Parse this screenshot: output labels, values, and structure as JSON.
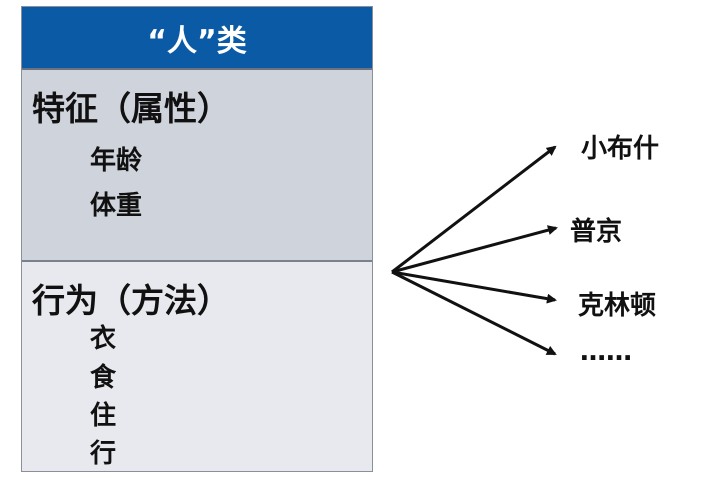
{
  "class_box": {
    "title": "“人”类",
    "attributes": {
      "heading": "特征（属性）",
      "items": [
        "年龄",
        "体重"
      ]
    },
    "methods": {
      "heading": "行为（方法）",
      "items": [
        "衣",
        "食",
        "住",
        "行"
      ]
    }
  },
  "instances": [
    "小布什",
    "普京",
    "克林顿",
    "……"
  ],
  "colors": {
    "header_bg": "#0a5aa6",
    "attr_bg": "#cfd3dc",
    "method_bg": "#e8e9ee",
    "arrow": "#111111"
  }
}
